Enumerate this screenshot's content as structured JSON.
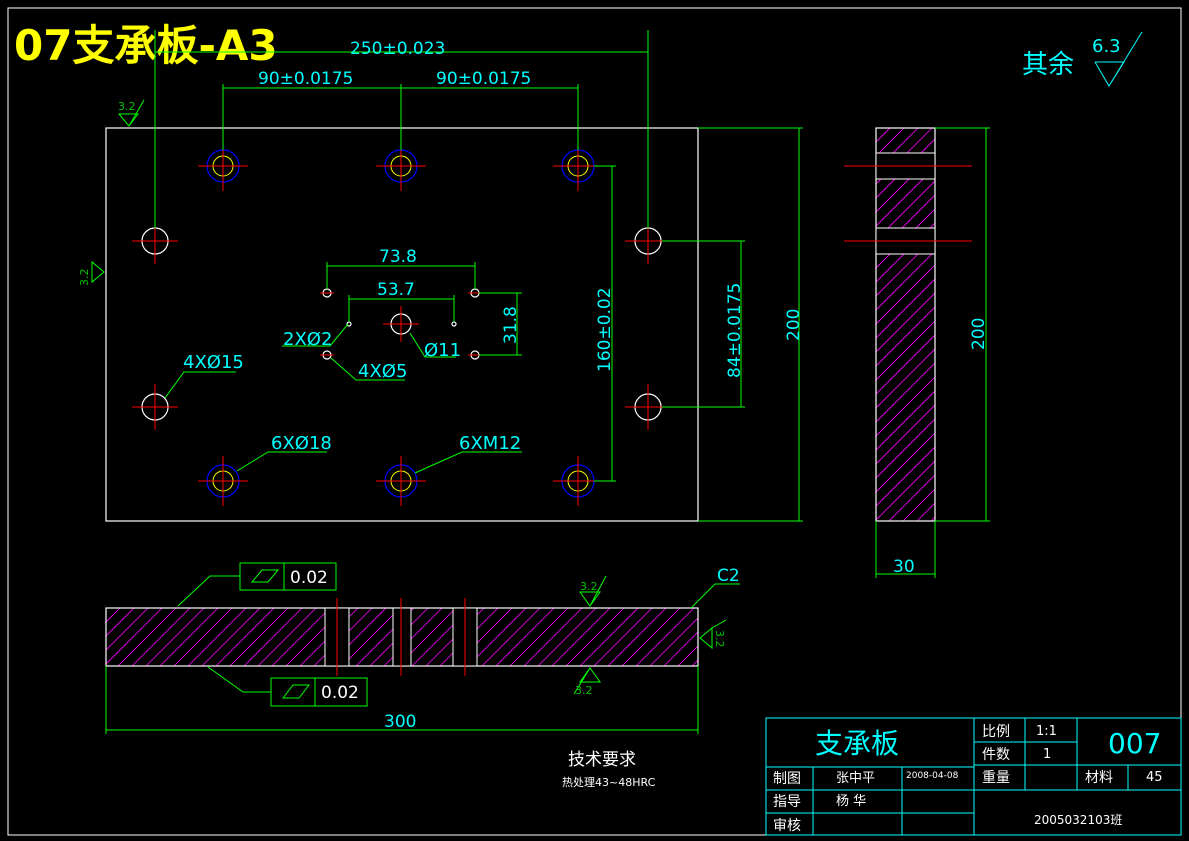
{
  "title": "07支承板-A3",
  "roughness_general": {
    "label": "其余",
    "value": "6.3"
  },
  "roughness_marks": [
    "3.2",
    "3.2",
    "3.2",
    "3.2",
    "3.2"
  ],
  "dimensions": {
    "d250": "250±0.023",
    "d90a": "90±0.0175",
    "d90b": "90±0.0175",
    "d738": "73.8",
    "d537": "53.7",
    "d318": "31.8",
    "d160": "160±0.02",
    "d84": "84±0.0175",
    "d200": "200",
    "d200side": "200",
    "d30": "30",
    "d300": "300"
  },
  "hole_callouts": {
    "h4x15": "4XØ15",
    "h2x2": "2XØ2",
    "h11": "Ø11",
    "h4x5": "4XØ5",
    "h6x18": "6XØ18",
    "h6xm12": "6XM12"
  },
  "tolerances": {
    "flatness_top": "0.02",
    "flatness_bottom": "0.02"
  },
  "chamfer": "C2",
  "tech_requirements": {
    "heading": "技术要求",
    "text": "热处理43~48HRC"
  },
  "title_block": {
    "part_name": "支承板",
    "scale_label": "比例",
    "scale_value": "1:1",
    "qty_label": "件数",
    "qty_value": "1",
    "drawing_no": "007",
    "drawn_label": "制图",
    "drawn_by": "张中平",
    "drawn_date": "2008-04-08",
    "weight_label": "重量",
    "weight_value": "",
    "material_label": "材料",
    "material_value": "45",
    "guide_label": "指导",
    "guide_by": "杨 华",
    "check_label": "审核",
    "class_no": "2005032103班"
  },
  "colors": {
    "background": "#000000",
    "outline": "#ffffff",
    "dimension": "#00ff00",
    "text": "#00ffff",
    "centerline": "#ff0000",
    "hatch": "#ff00ff",
    "counterbore": "#0000ff",
    "hole": "#ffff00",
    "title": "#ffff00"
  }
}
